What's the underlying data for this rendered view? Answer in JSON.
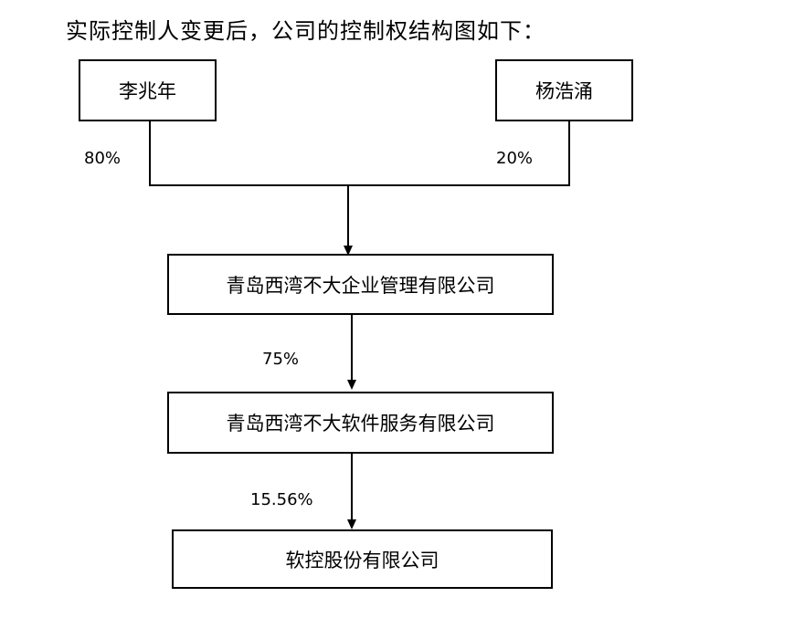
{
  "heading": "实际控制人变更后，公司的控制权结构图如下：",
  "shareholders": [
    {
      "name": "李兆年",
      "share": "80%"
    },
    {
      "name": "杨浩涌",
      "share": "20%"
    }
  ],
  "entities": [
    {
      "name": "青岛西湾不大企业管理有限公司",
      "share_below": "75%"
    },
    {
      "name": "青岛西湾不大软件服务有限公司",
      "share_below": "15.56%"
    },
    {
      "name": "软控股份有限公司"
    }
  ],
  "colors": {
    "line": "#000000",
    "text": "#000000"
  }
}
